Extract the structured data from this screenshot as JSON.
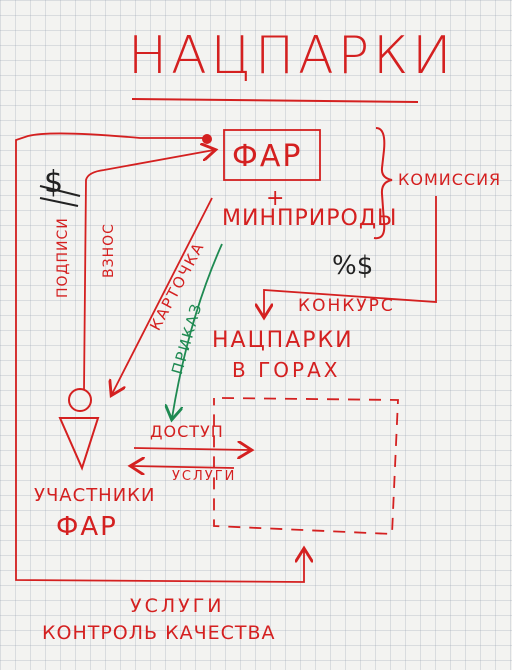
{
  "title": "НАЦПАРКИ",
  "nodes": {
    "far": "ФАР",
    "plus": "+",
    "minprirody": "МИНПРИРОДЫ",
    "komissiya": "КОМИССИЯ",
    "percent_dollar": "%$",
    "konkurs": "КОНКУРС",
    "natsparki": "НАЦПАРКИ",
    "v_gorah": "В ГОРАХ",
    "dollar": "$",
    "podpisi": "ПОДПИСИ",
    "vznos": "ВЗНОС",
    "kartochka": "КАРТОЧКА",
    "prikaz": "ПРИКАЗ",
    "dostup": "ДОСТУП",
    "uslugi_small": "УСЛУГИ",
    "uchastniki": "УЧАСТНИКИ",
    "far_small": "ФАР",
    "uslugi_big": "УСЛУГИ",
    "kontrol": "КОНТРОЛЬ КАЧЕСТВА"
  },
  "colors": {
    "ink_red": "#d42020",
    "ink_green": "#1f8a52",
    "ink_black": "#222222"
  }
}
